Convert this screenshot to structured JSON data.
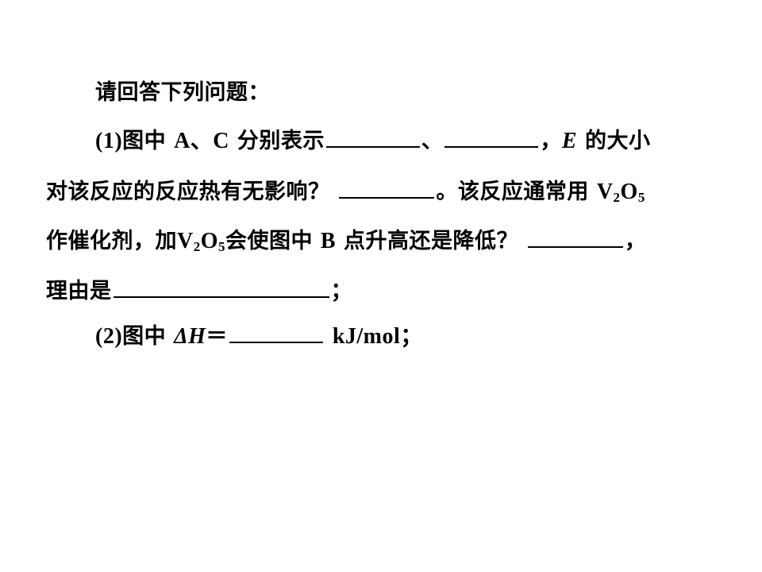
{
  "question": {
    "intro": "请回答下列问题：",
    "part1": {
      "label": "(1)",
      "t1": "图中",
      "t2": "A、C",
      "t3": "分别表示",
      "t4": "、",
      "t5": "，",
      "t6": "E",
      "t7": "的大小",
      "t8": "对该反应的反应热有无影响？",
      "t9": "。该反应通常用",
      "t10": "作催化剂，加",
      "t11": "会使图中",
      "t12": "B",
      "t13": "点升高还是降低？",
      "t14": "，",
      "t15": "理由是",
      "t16": "；"
    },
    "formula": {
      "v": "V",
      "two": "2",
      "o": "O",
      "five": "5"
    },
    "part2": {
      "label": "(2)",
      "t1": "图中",
      "t2": "ΔH",
      "t3": "＝",
      "t4": "kJ/mol；"
    }
  }
}
